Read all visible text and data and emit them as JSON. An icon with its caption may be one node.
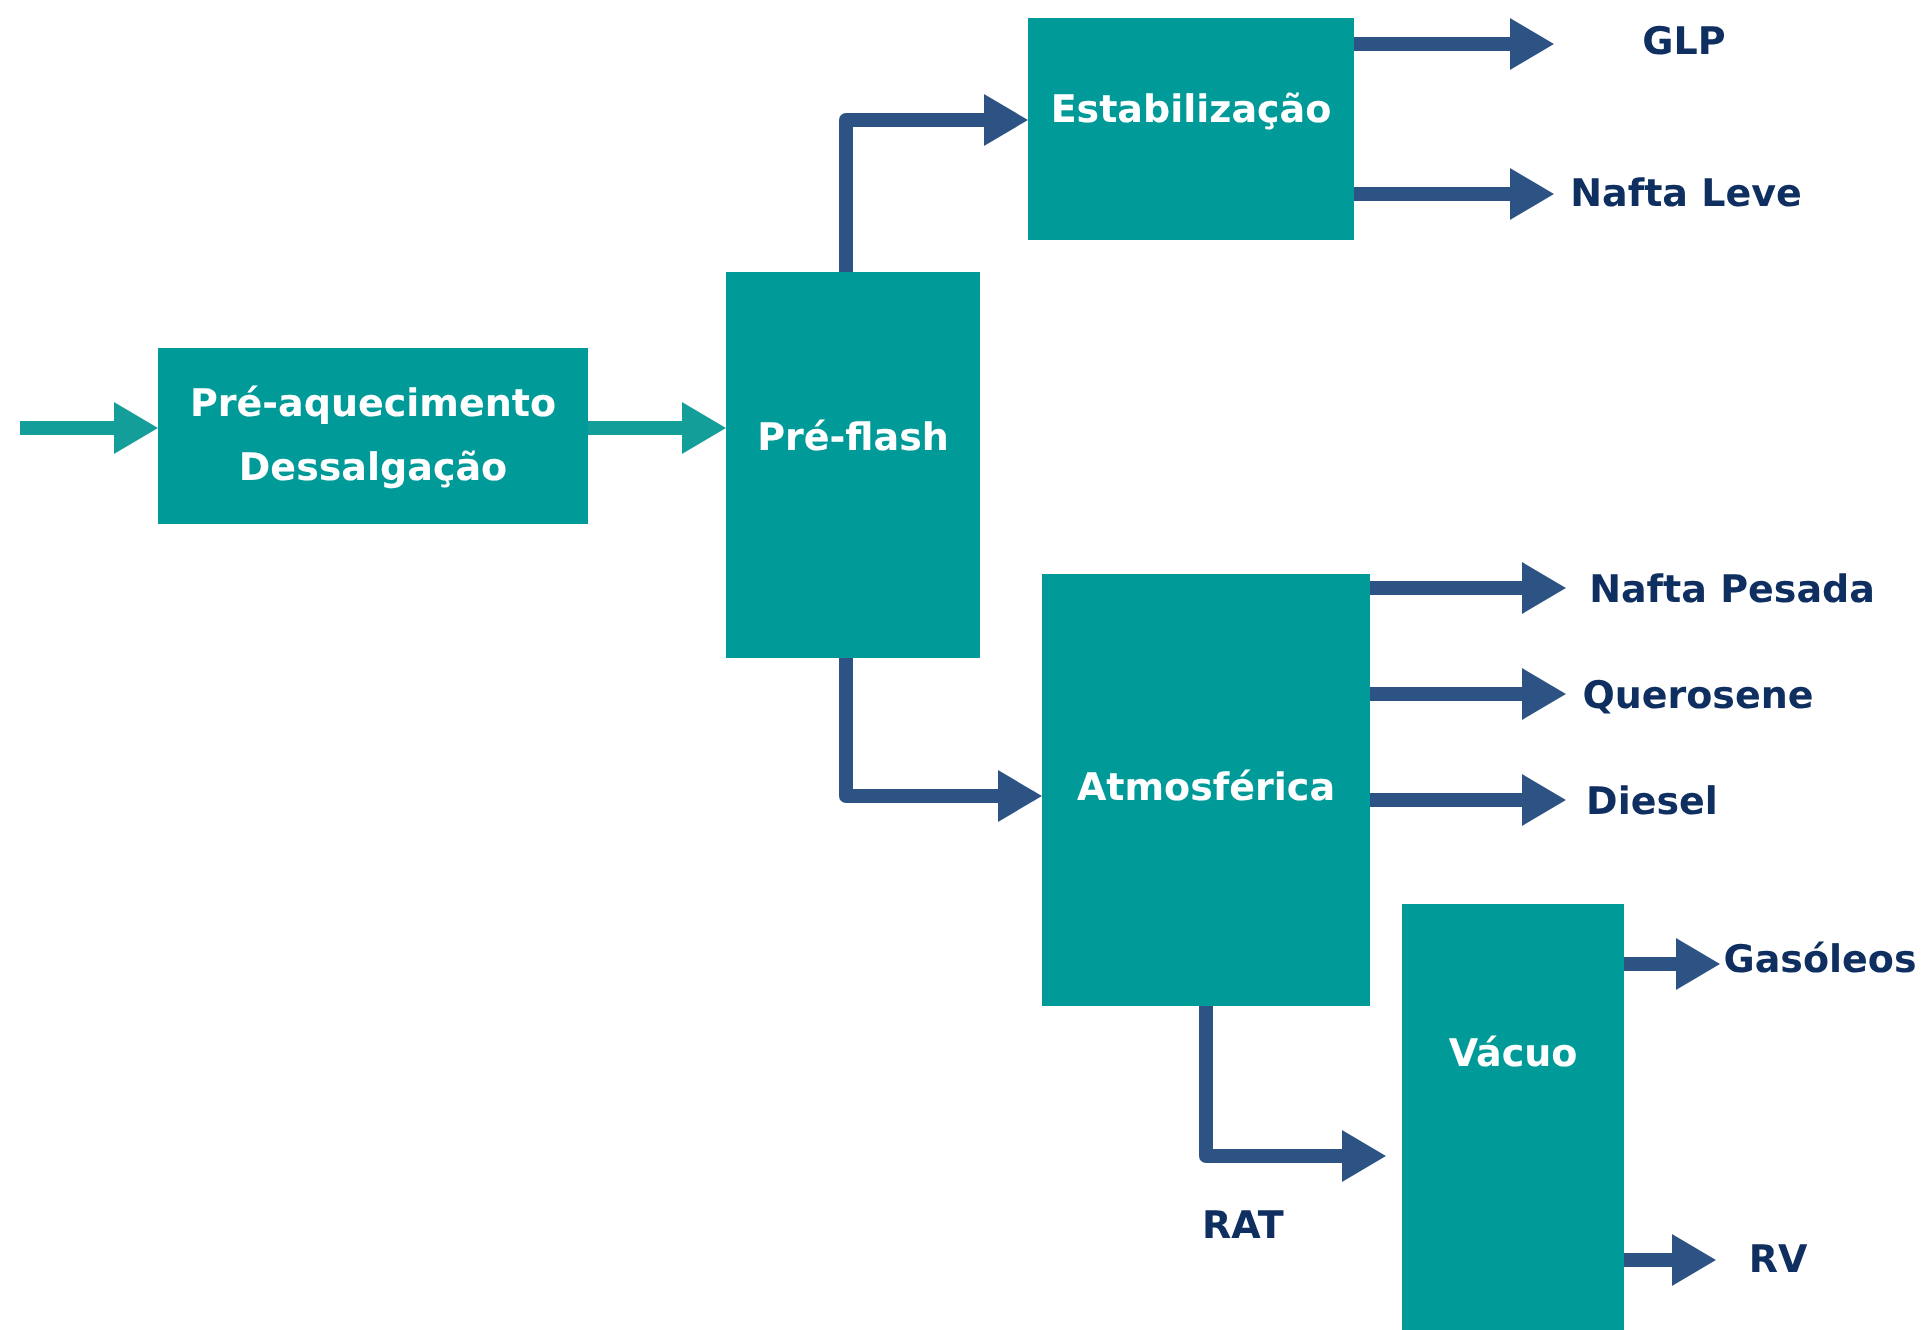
{
  "diagram": {
    "nodes": [
      {
        "text": [
          "Pré-aquecimento",
          "Dessalgação"
        ]
      },
      {
        "text": [
          "Pré-flash"
        ]
      },
      {
        "text": [
          "Estabilização"
        ]
      },
      {
        "text": [
          "Atmosférica"
        ]
      },
      {
        "text": [
          "Vácuo"
        ]
      },
      {
        "text": [
          "GLP"
        ]
      },
      {
        "text": [
          "Nafta Leve"
        ]
      },
      {
        "text": [
          "Nafta Pesada"
        ]
      },
      {
        "text": [
          "Querosene"
        ]
      },
      {
        "text": [
          "Diesel"
        ]
      },
      {
        "text": [
          "Gasóleos"
        ]
      },
      {
        "text": [
          "RV"
        ]
      }
    ],
    "edges": [
      {
        "from": null,
        "to": 0,
        "arrow": "to",
        "color": "#139e9a"
      },
      {
        "from": 0,
        "to": 1,
        "arrow": "to",
        "color": "#139e9a"
      },
      {
        "from": 1,
        "to": 2,
        "arrow": "to"
      },
      {
        "from": 1,
        "to": 3,
        "arrow": "to"
      },
      {
        "from": 2,
        "to": 5,
        "arrow": "to"
      },
      {
        "from": 2,
        "to": 6,
        "arrow": "to"
      },
      {
        "from": 3,
        "to": 7,
        "arrow": "to"
      },
      {
        "from": 3,
        "to": 8,
        "arrow": "to"
      },
      {
        "from": 3,
        "to": 9,
        "arrow": "to"
      },
      {
        "from": 3,
        "to": 4,
        "arrow": "to",
        "label": "RAT"
      },
      {
        "from": 4,
        "to": 10,
        "arrow": "to"
      },
      {
        "from": 4,
        "to": 11,
        "arrow": "to"
      }
    ]
  }
}
